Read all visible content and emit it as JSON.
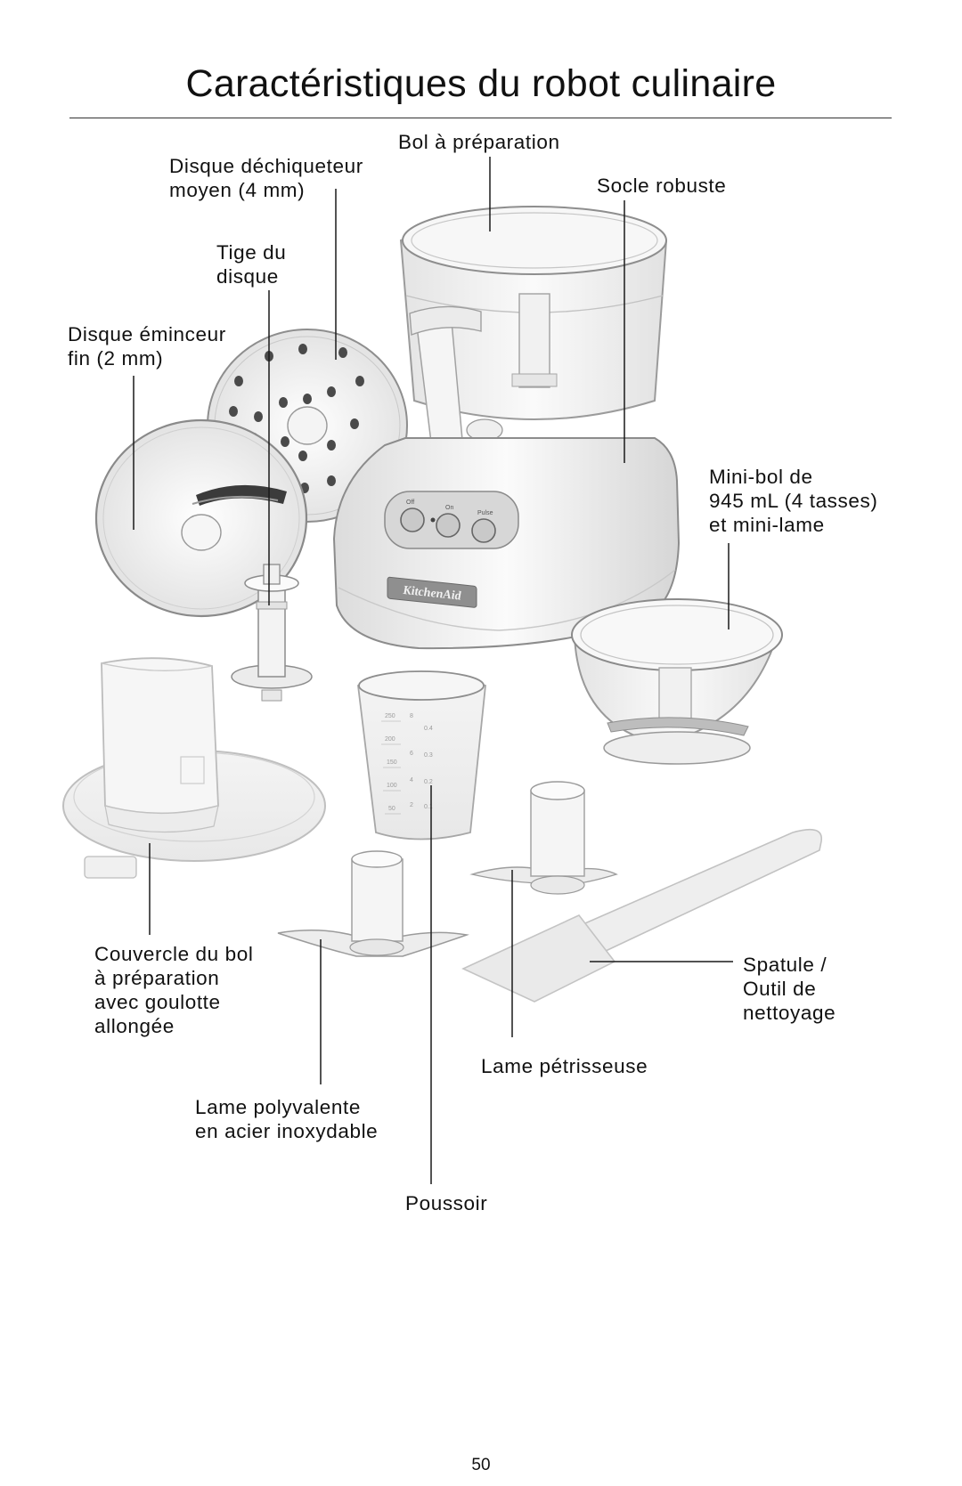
{
  "page": {
    "title": "Caractéristiques du robot culinaire",
    "page_number": "50"
  },
  "labels": {
    "bol_preparation": "Bol à préparation",
    "disque_dechiqueteur": "Disque déchiqueteur\nmoyen (4 mm)",
    "socle_robuste": "Socle robuste",
    "tige_disque": "Tige du\ndisque",
    "disque_eminceur": "Disque éminceur\nfin (2 mm)",
    "mini_bol": "Mini-bol de\n945 mL (4 tasses)\net mini-lame",
    "couvercle": "Couvercle du bol\nà préparation\navec goulotte\nallongée",
    "spatule": "Spatule /\nOutil de\nnettoyage",
    "lame_petrisseuse": "Lame pétrisseuse",
    "lame_polyvalente": "Lame polyvalente\nen acier inoxydable",
    "poussoir": "Poussoir"
  },
  "illustration": {
    "control_buttons": [
      "Off",
      "On",
      "Pulse"
    ],
    "brand_badge": "KitchenAid",
    "measure_marks_left": [
      "250",
      "200",
      "150",
      "100",
      "50"
    ],
    "measure_marks_mid": [
      "8",
      "6",
      "4",
      "2"
    ],
    "measure_marks_right": [
      "0.4",
      "0.3",
      "0.2",
      "0.1"
    ]
  }
}
